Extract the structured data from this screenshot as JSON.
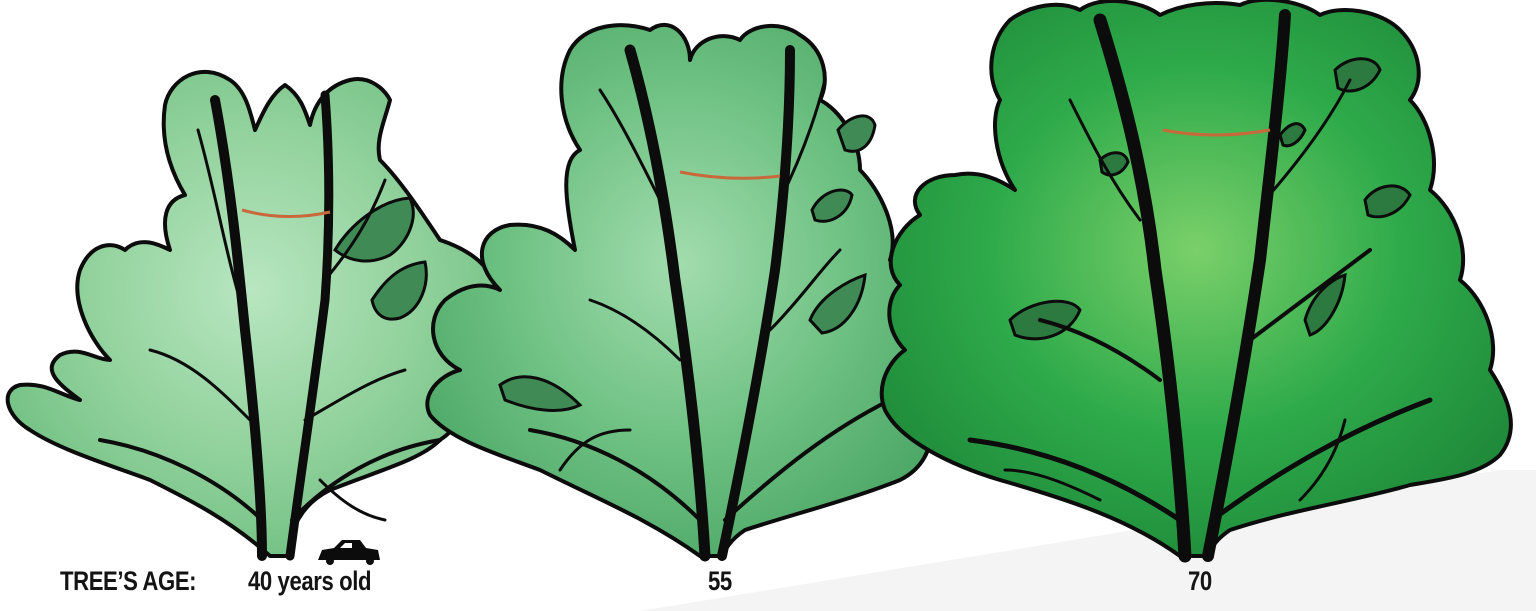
{
  "labels": {
    "row_title": "TREE’S AGE:",
    "ages": [
      "40 years old",
      "55",
      "70"
    ]
  },
  "colors": {
    "canopy_young": "#8fd09a",
    "canopy_mid": "#6bbf80",
    "canopy_old": "#2eaa4a",
    "canopy_shadow": "#3f8a55",
    "outline": "#0c0c0c",
    "trunk": "#0c0c0c",
    "cable": "#c8693c",
    "ground_shadow": "#f2f2f2"
  },
  "icons": {
    "car": "car-icon"
  }
}
